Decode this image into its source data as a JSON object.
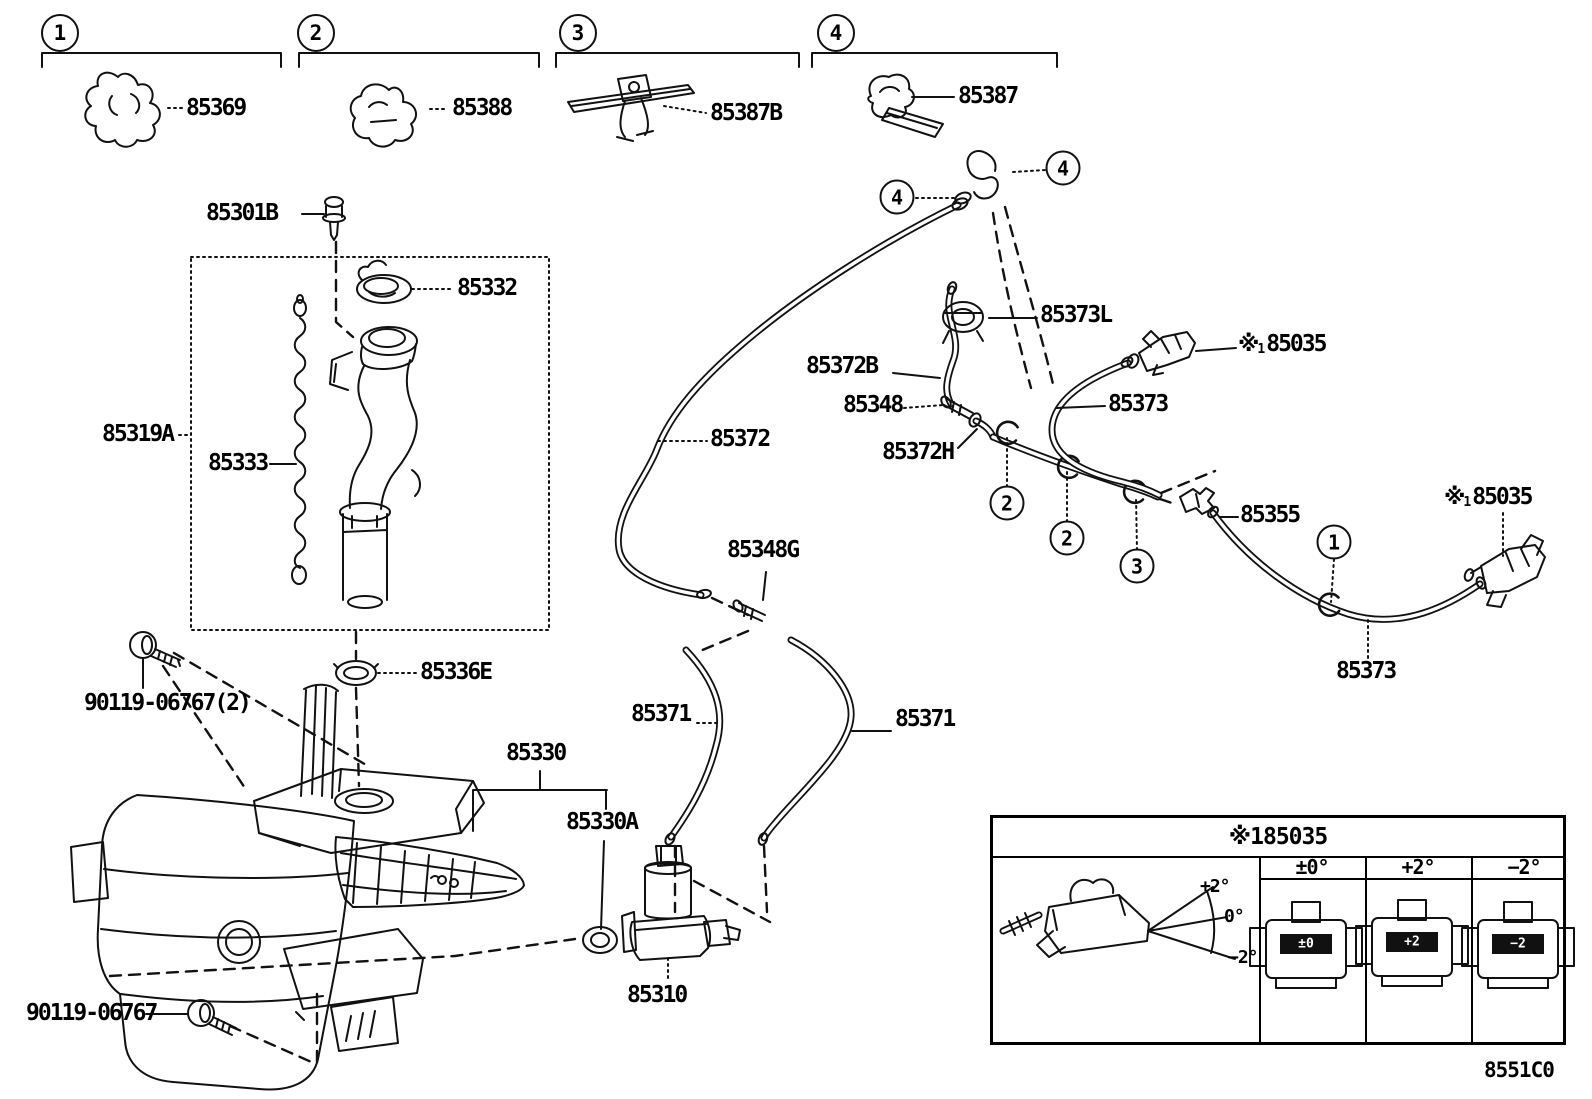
{
  "meta": {
    "diagram_code": "8551C0",
    "ref_mark": "※",
    "ref_num": "1"
  },
  "callouts": {
    "c1": "1",
    "c2": "2",
    "c3": "3",
    "c4": "4"
  },
  "parts": {
    "p85369": "85369",
    "p85388": "85388",
    "p85387B": "85387B",
    "p85387": "85387",
    "p85301B": "85301B",
    "p85332": "85332",
    "p85319A": "85319A",
    "p85333": "85333",
    "p85336E": "85336E",
    "p90119_2": "90119-06767(2)",
    "p90119": "90119-06767",
    "p85330": "85330",
    "p85330A": "85330A",
    "p85310": "85310",
    "p85371": "85371",
    "p85348G": "85348G",
    "p85372": "85372",
    "p85372B": "85372B",
    "p85348": "85348",
    "p85372H": "85372H",
    "p85373L": "85373L",
    "p85373": "85373",
    "p85355": "85355",
    "p85035": "85035"
  },
  "table": {
    "columns": [
      "±0°",
      "+2°",
      "−2°"
    ],
    "angles": [
      "+2°",
      "0°",
      "−2°"
    ],
    "marks": [
      "±0",
      "+2",
      "−2"
    ]
  }
}
